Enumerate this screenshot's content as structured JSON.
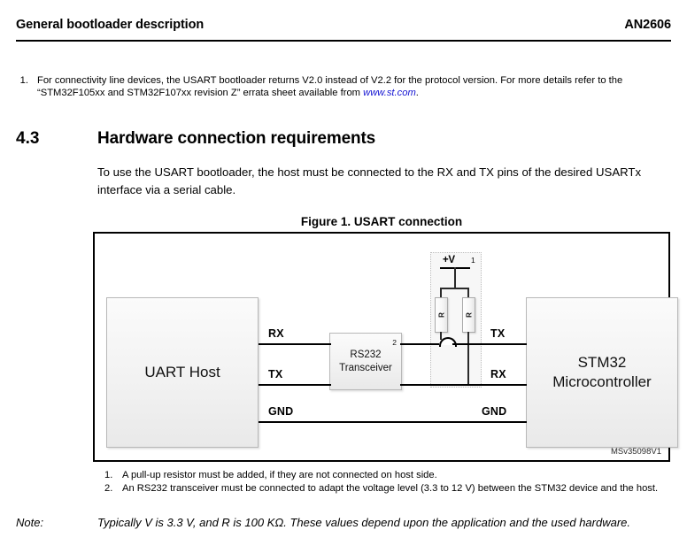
{
  "header": {
    "left_title": "General bootloader description",
    "right_title": "AN2606"
  },
  "top_footnotes": [
    {
      "num": "1.",
      "text_before": "For connectivity line devices, the USART bootloader returns V2.0 instead of V2.2 for the protocol version. For more details refer to the “STM32F105xx and STM32F107xx revision Z” errata sheet available from ",
      "link": "www.st.com",
      "text_after": "."
    }
  ],
  "section": {
    "number": "4.3",
    "title": "Hardware connection requirements",
    "paragraph": "To use the USART bootloader, the host must be connected to the RX and TX pins of the desired USARTx interface via a serial cable."
  },
  "figure": {
    "caption": "Figure 1. USART connection",
    "id_label": "MSv35098V1",
    "blocks": {
      "host": "UART Host",
      "mcu_line1": "STM32",
      "mcu_line2": "Microcontroller",
      "transceiver_line1": "RS232",
      "transceiver_line2": "Transceiver",
      "transceiver_footnote": "2"
    },
    "pullup": {
      "supply_label": "+V",
      "footnote": "1",
      "resistor_label_1": "R",
      "resistor_label_2": "R"
    },
    "signals": {
      "host_rx": "RX",
      "host_tx": "TX",
      "host_gnd": "GND",
      "mcu_tx": "TX",
      "mcu_rx": "RX",
      "mcu_gnd": "GND"
    }
  },
  "figure_footnotes": [
    {
      "num": "1.",
      "text": "A pull-up resistor must be added, if they are not connected on host side."
    },
    {
      "num": "2.",
      "text": "An RS232 transceiver must be connected to adapt the voltage level (3.3 to 12 V) between the STM32 device and the host."
    }
  ],
  "note": {
    "label": "Note:",
    "text": "Typically V is 3.3 V, and R is 100 KΩ. These values depend upon the application and the used hardware."
  }
}
